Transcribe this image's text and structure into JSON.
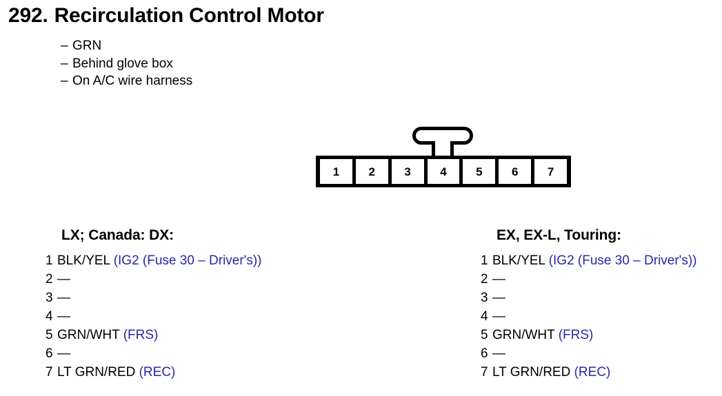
{
  "title": {
    "number": "292.",
    "name": "Recirculation Control Motor"
  },
  "notes": [
    {
      "dash": "–",
      "text": "GRN"
    },
    {
      "dash": "–",
      "text": "Behind glove box"
    },
    {
      "dash": "–",
      "text": "On A/C wire harness"
    }
  ],
  "connector": {
    "pins": [
      "1",
      "2",
      "3",
      "4",
      "5",
      "6",
      "7"
    ],
    "latch_position_pin": "4"
  },
  "colors": {
    "signal_blue": "#2a26a8",
    "text_black": "#000000",
    "background": "#ffffff"
  },
  "variants": [
    {
      "heading": "LX; Canada: DX:",
      "pins": [
        {
          "num": "1",
          "wire": "BLK/YEL",
          "signal": "(IG2 (Fuse 30 – Driver's))"
        },
        {
          "num": "2",
          "wire": "—",
          "signal": ""
        },
        {
          "num": "3",
          "wire": "—",
          "signal": ""
        },
        {
          "num": "4",
          "wire": "—",
          "signal": ""
        },
        {
          "num": "5",
          "wire": "GRN/WHT",
          "signal": "(FRS)"
        },
        {
          "num": "6",
          "wire": "—",
          "signal": ""
        },
        {
          "num": "7",
          "wire": "LT GRN/RED",
          "signal": "(REC)"
        }
      ]
    },
    {
      "heading": "EX, EX-L, Touring:",
      "pins": [
        {
          "num": "1",
          "wire": "BLK/YEL",
          "signal": "(IG2 (Fuse 30 – Driver's))"
        },
        {
          "num": "2",
          "wire": "—",
          "signal": ""
        },
        {
          "num": "3",
          "wire": "—",
          "signal": ""
        },
        {
          "num": "4",
          "wire": "—",
          "signal": ""
        },
        {
          "num": "5",
          "wire": "GRN/WHT",
          "signal": "(FRS)"
        },
        {
          "num": "6",
          "wire": "—",
          "signal": ""
        },
        {
          "num": "7",
          "wire": "LT GRN/RED",
          "signal": "(REC)"
        }
      ]
    }
  ]
}
